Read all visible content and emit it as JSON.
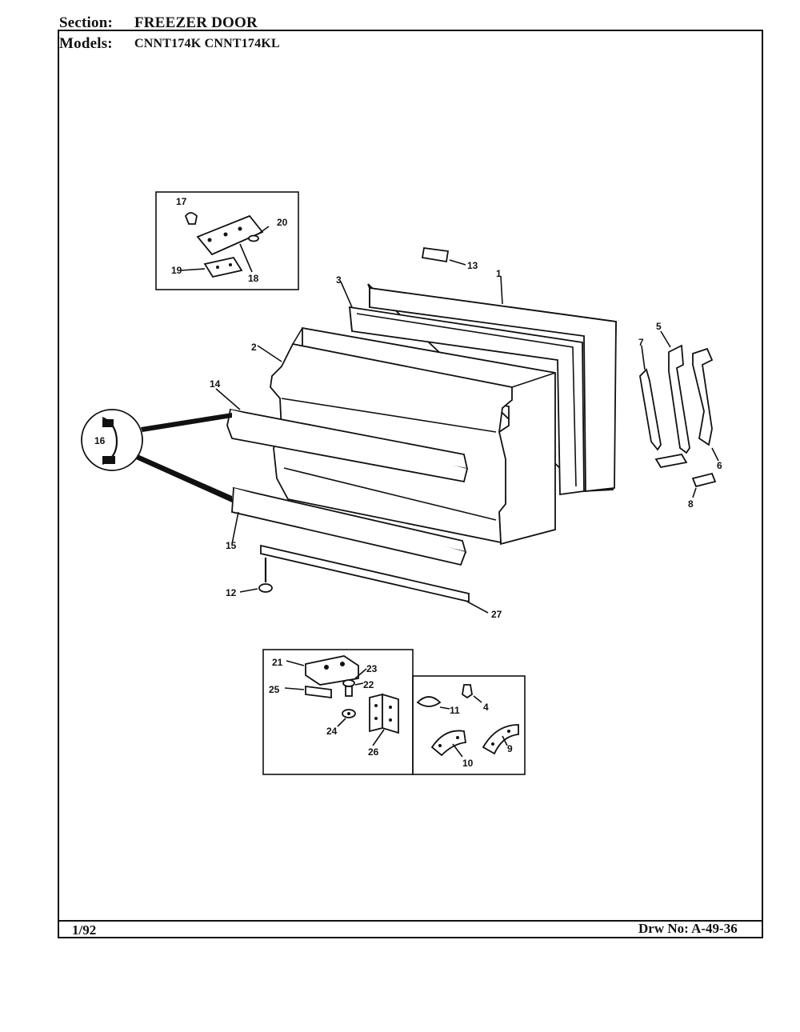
{
  "header": {
    "section_label": "Section:",
    "section_value": "FREEZER DOOR",
    "models_label": "Models:",
    "models_value": "CNNT174K  CNNT174KL"
  },
  "footer": {
    "date": "1/92",
    "drawing_number": "Drw No: A-49-36"
  },
  "callouts": {
    "c1": "1",
    "c2": "2",
    "c3": "3",
    "c4": "4",
    "c5": "5",
    "c6": "6",
    "c7": "7",
    "c8": "8",
    "c9": "9",
    "c10": "10",
    "c11": "11",
    "c12": "12",
    "c13": "13",
    "c14": "14",
    "c15": "15",
    "c16": "16",
    "c17": "17",
    "c18": "18",
    "c19": "19",
    "c20": "20",
    "c21": "21",
    "c22": "22",
    "c23": "23",
    "c24": "24",
    "c25": "25",
    "c26": "26",
    "c27": "27"
  }
}
